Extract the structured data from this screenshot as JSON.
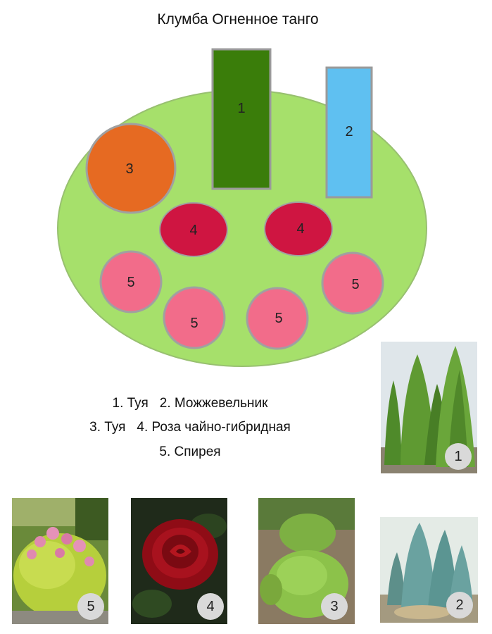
{
  "title": "Клумба Огненное танго",
  "plots": [
    {
      "label": "1",
      "shape": "rect",
      "color": "#3a7d0a"
    },
    {
      "label": "2",
      "shape": "rect",
      "color": "#5fc0f1"
    },
    {
      "label": "3",
      "shape": "circle",
      "color": "#e66a22"
    },
    {
      "label": "4",
      "shape": "ellipse",
      "color": "#cf1541"
    },
    {
      "label": "4",
      "shape": "ellipse",
      "color": "#cf1541"
    },
    {
      "label": "5",
      "shape": "circle",
      "color": "#f26c8a"
    },
    {
      "label": "5",
      "shape": "circle",
      "color": "#f26c8a"
    },
    {
      "label": "5",
      "shape": "circle",
      "color": "#f26c8a"
    },
    {
      "label": "5",
      "shape": "circle",
      "color": "#f26c8a"
    }
  ],
  "bed_color": "#a6e06b",
  "legend": {
    "line1_a": "1. Туя",
    "line1_b": "2. Можжевельник",
    "line2_a": "3. Туя",
    "line2_b": "4. Роза чайно-гибридная",
    "line3": "5. Спирея"
  },
  "photos": [
    {
      "badge": "1",
      "icon": "thuja-columnar-photo"
    },
    {
      "badge": "5",
      "icon": "spirea-photo"
    },
    {
      "badge": "4",
      "icon": "red-rose-photo"
    },
    {
      "badge": "3",
      "icon": "thuja-globe-photo"
    },
    {
      "badge": "2",
      "icon": "juniper-photo"
    }
  ]
}
